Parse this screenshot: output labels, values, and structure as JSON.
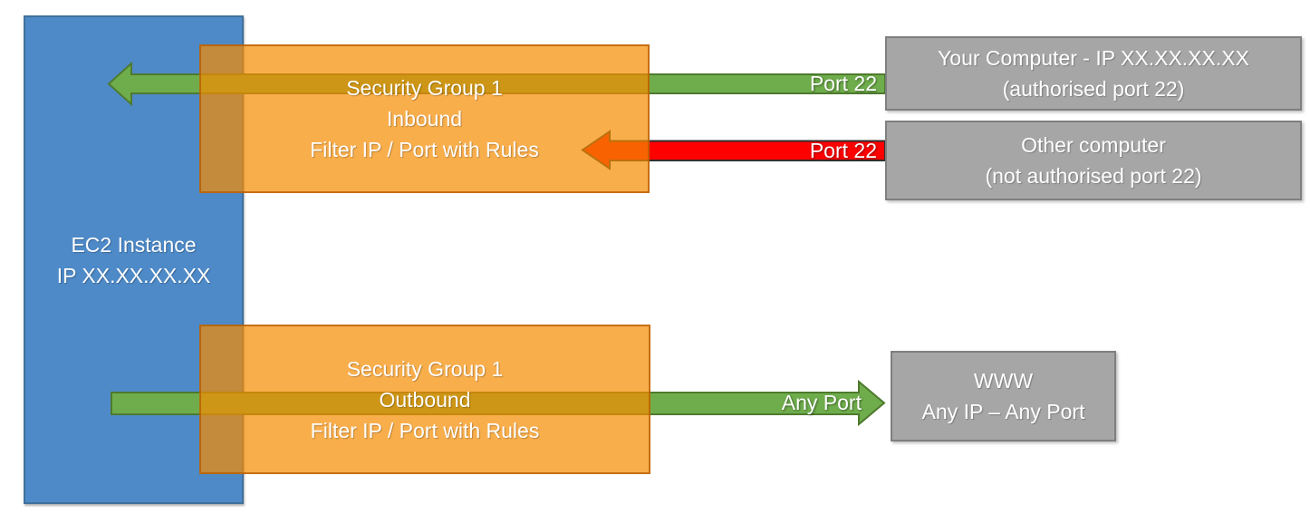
{
  "colors": {
    "ec2_fill": "#4E8AC8",
    "ec2_border": "#41719C",
    "security_group_fill": "#F68B00",
    "security_group_border": "#B45A00",
    "allowed_arrow_fill": "#6FAD4C",
    "allowed_arrow_border": "#4E7A2E",
    "blocked_arrow_fill": "#FF0000",
    "blocked_arrow_border": "#303030",
    "external_fill": "#A6A6A6",
    "external_border": "#7F7F7F",
    "text": "#FFFFFF"
  },
  "ec2": {
    "line1": "EC2 Instance",
    "line2": "IP XX.XX.XX.XX"
  },
  "sg_inbound": {
    "line1": "Security Group 1",
    "line2": "Inbound",
    "line3": "Filter IP / Port with Rules"
  },
  "sg_outbound": {
    "line1": "Security Group 1",
    "line2": "Outbound",
    "line3": "Filter IP / Port with Rules"
  },
  "your_computer": {
    "line1": "Your Computer - IP XX.XX.XX.XX",
    "line2": "(authorised port 22)"
  },
  "other_computer": {
    "line1": "Other computer",
    "line2": "(not authorised port 22)"
  },
  "www": {
    "line1": "WWW",
    "line2": "Any IP – Any Port"
  },
  "arrow_labels": {
    "inbound_allowed": "Port 22",
    "inbound_blocked": "Port 22",
    "outbound": "Any Port"
  }
}
